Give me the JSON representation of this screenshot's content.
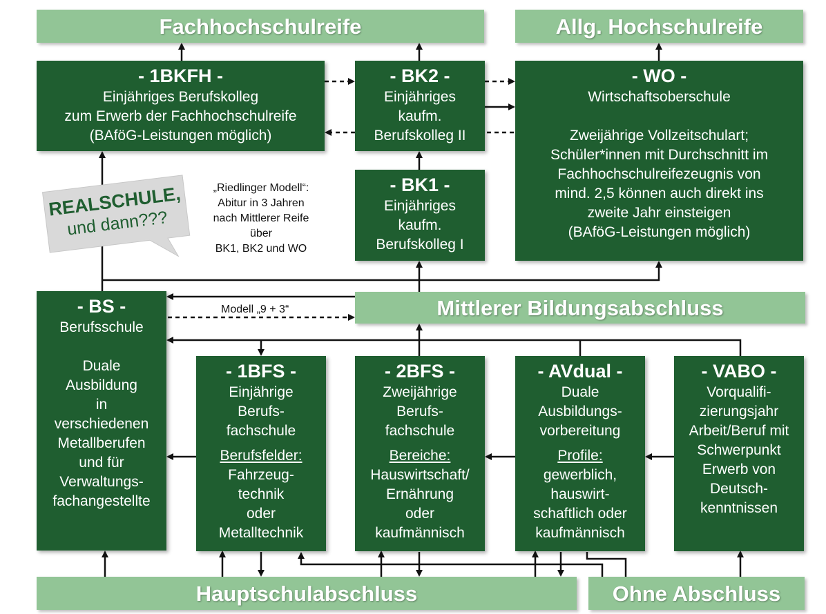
{
  "bars": {
    "fachhochschulreife": "Fachhochschulreife",
    "hochschulreife": "Allg. Hochschulreife",
    "mittlerer": "Mittlerer Bildungsabschluss",
    "hauptschul": "Hauptschulabschluss",
    "ohne": "Ohne Abschluss"
  },
  "boxes": {
    "bkfh": {
      "title": "- 1BKFH -",
      "lines": [
        "Einjähriges Berufskolleg",
        "zum Erwerb der Fachhochschulreife",
        "(BAföG-Leistungen möglich)"
      ]
    },
    "bk2": {
      "title": "- BK2 -",
      "lines": [
        "Einjähriges",
        "kaufm.",
        "Berufskolleg II"
      ]
    },
    "wo": {
      "title": "- WO -",
      "lines": [
        "Wirtschaftsoberschule",
        "Zweijährige Vollzeitschulart;",
        "Schüler*innen mit Durchschnitt im",
        "Fachhochschulreifezeugnis von",
        "mind. 2,5 können auch direkt ins",
        "zweite Jahr einsteigen",
        "(BAföG-Leistungen möglich)"
      ]
    },
    "bk1": {
      "title": "- BK1 -",
      "lines": [
        "Einjähriges",
        "kaufm.",
        "Berufskolleg I"
      ]
    },
    "bs": {
      "title": "- BS -",
      "lines": [
        "Berufsschule",
        "Duale",
        "Ausbildung",
        "in",
        "verschiedenen",
        "Metallberufen",
        "und für",
        "Verwaltungs-",
        "fachangestellte"
      ]
    },
    "bfs1": {
      "title": "- 1BFS -",
      "lines": [
        "Einjährige",
        "Berufs-",
        "fachschule",
        "Berufsfelder:",
        "Fahrzeug-",
        "technik",
        "oder",
        "Metalltechnik"
      ]
    },
    "bfs2": {
      "title": "- 2BFS -",
      "lines": [
        "Zweijährige",
        "Berufs-",
        "fachschule",
        "Bereiche:",
        "Hauswirtschaft/",
        "Ernährung",
        "oder",
        "kaufmännisch"
      ]
    },
    "avdual": {
      "title": "- AVdual -",
      "lines": [
        "Duale",
        "Ausbildungs-",
        "vorbereitung",
        "Profile:",
        "gewerblich,",
        "hauswirt-",
        "schaftlich oder",
        "kaufmännisch"
      ]
    },
    "vabo": {
      "title": "- VABO -",
      "lines": [
        "Vorqualifi-",
        "zierungsjahr",
        "Arbeit/Beruf mit",
        "Schwerpunkt",
        "Erwerb von",
        "Deutsch-",
        "kenntnissen"
      ]
    }
  },
  "note": {
    "lines": [
      "„Riedlinger Modell“:",
      "Abitur in 3 Jahren",
      "nach Mittlerer Reife",
      "über",
      "BK1, BK2 und WO"
    ]
  },
  "modell_label": "Modell „9 + 3“",
  "bubble": {
    "line1": "REALSCHULE,",
    "line2": "und dann???"
  },
  "colors": {
    "dark_green": "#1f5e30",
    "light_green": "#92c596",
    "arrow": "#111111",
    "bubble": "#d9d9d9"
  }
}
